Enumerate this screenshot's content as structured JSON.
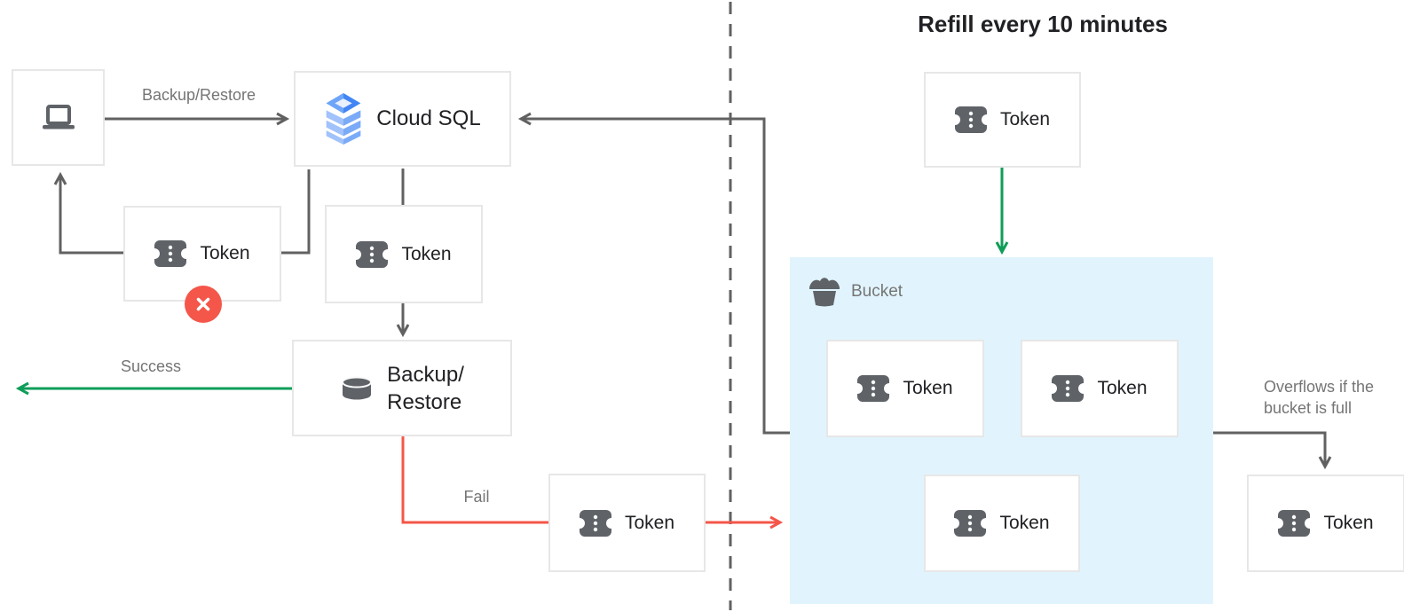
{
  "title": "Refill every 10 minutes",
  "nodes": {
    "cloud_sql": "Cloud SQL",
    "token": "Token",
    "backup_restore_line1": "Backup/",
    "backup_restore_line2": "Restore",
    "bucket": "Bucket"
  },
  "edge_labels": {
    "backup_restore": "Backup/Restore",
    "success": "Success",
    "fail": "Fail",
    "overflow_line1": "Overflows if the",
    "overflow_line2": "bucket is full"
  },
  "icons": {
    "laptop": "laptop-icon",
    "cloud_sql": "cloud-sql-icon",
    "token": "token-icon",
    "database": "database-icon",
    "bucket": "bucket-icon",
    "error": "error-x-icon"
  },
  "colors": {
    "success_green": "#0f9d58",
    "fail_red": "#f4564a",
    "connector_gray": "#616161",
    "bucket_background": "#e1f4fd",
    "node_border": "#e7e7e7",
    "text_dark": "#202124",
    "text_gray": "#757575",
    "cloud_sql_blue": "#4285f4"
  }
}
